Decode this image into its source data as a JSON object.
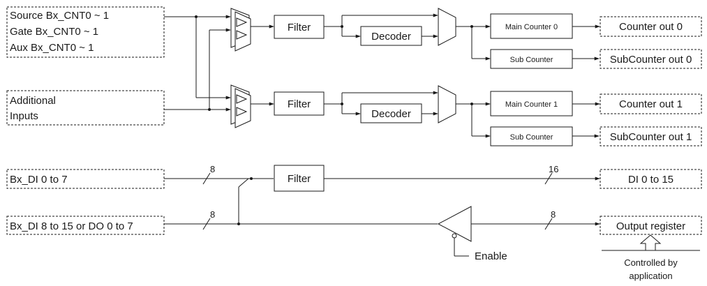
{
  "inputs": {
    "source": "Source Bx_CNT0 ~ 1",
    "gate": "Gate Bx_CNT0 ~ 1",
    "aux": "Aux Bx_CNT0 ~ 1",
    "additional_line1": "Additional",
    "additional_line2": "Inputs",
    "di_low": "Bx_DI 0 to 7",
    "di_high": "Bx_DI 8 to 15 or DO 0 to 7"
  },
  "blocks": {
    "filter": "Filter",
    "decoder": "Decoder",
    "main_counter_0": "Main Counter 0",
    "main_counter_1": "Main Counter 1",
    "sub_counter": "Sub Counter"
  },
  "outputs": {
    "counter_out_0": "Counter out 0",
    "subcounter_out_0": "SubCounter out 0",
    "counter_out_1": "Counter out 1",
    "subcounter_out_1": "SubCounter out 1",
    "di_out": "DI 0 to 15",
    "output_register": "Output register"
  },
  "bus_widths": {
    "di_low": "8",
    "di_high": "8",
    "di_out": "16",
    "do_out": "8"
  },
  "enable_label": "Enable",
  "controlled_line1": "Controlled by",
  "controlled_line2": "application"
}
